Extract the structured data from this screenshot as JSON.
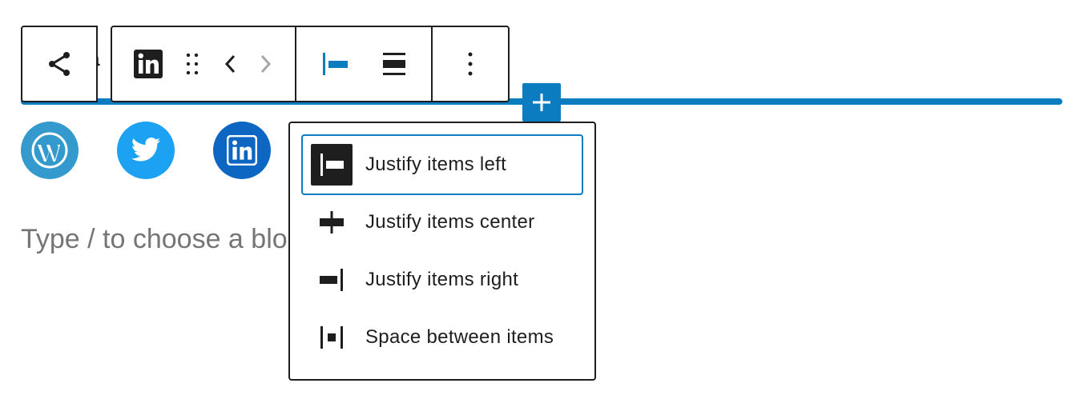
{
  "toolbar": {
    "hidden_title": "a",
    "share": {
      "icon": "share-icon"
    },
    "block": {
      "icon": "linkedin-icon"
    },
    "drag": {
      "icon": "drag-handle-icon"
    },
    "move_left": {
      "icon": "chevron-left-icon"
    },
    "move_right": {
      "icon": "chevron-right-icon",
      "disabled": true
    },
    "justify_left": {
      "icon": "justify-left-icon",
      "active": true
    },
    "justify_stretch": {
      "icon": "justify-stretch-icon"
    },
    "more_options": {
      "icon": "more-vertical-icon"
    }
  },
  "inserter": {
    "icon": "plus-icon"
  },
  "social_icons": [
    {
      "name": "wordpress",
      "icon": "wordpress-icon",
      "color": "#3499cd"
    },
    {
      "name": "twitter",
      "icon": "twitter-icon",
      "color": "#1da1f2"
    },
    {
      "name": "linkedin",
      "icon": "linkedin-icon",
      "color": "#0d66c2"
    }
  ],
  "editor": {
    "placeholder": "Type / to choose a block"
  },
  "justify_menu": {
    "items": [
      {
        "label": "Justify items left",
        "icon": "justify-left-icon",
        "selected": true
      },
      {
        "label": "Justify items center",
        "icon": "justify-center-icon",
        "selected": false
      },
      {
        "label": "Justify items right",
        "icon": "justify-right-icon",
        "selected": false
      },
      {
        "label": "Space between items",
        "icon": "justify-space-between-icon",
        "selected": false
      }
    ]
  },
  "colors": {
    "accent": "#0a7cbf",
    "text": "#1e1e1e",
    "muted": "#757575",
    "disabled": "#a7a7a7"
  }
}
